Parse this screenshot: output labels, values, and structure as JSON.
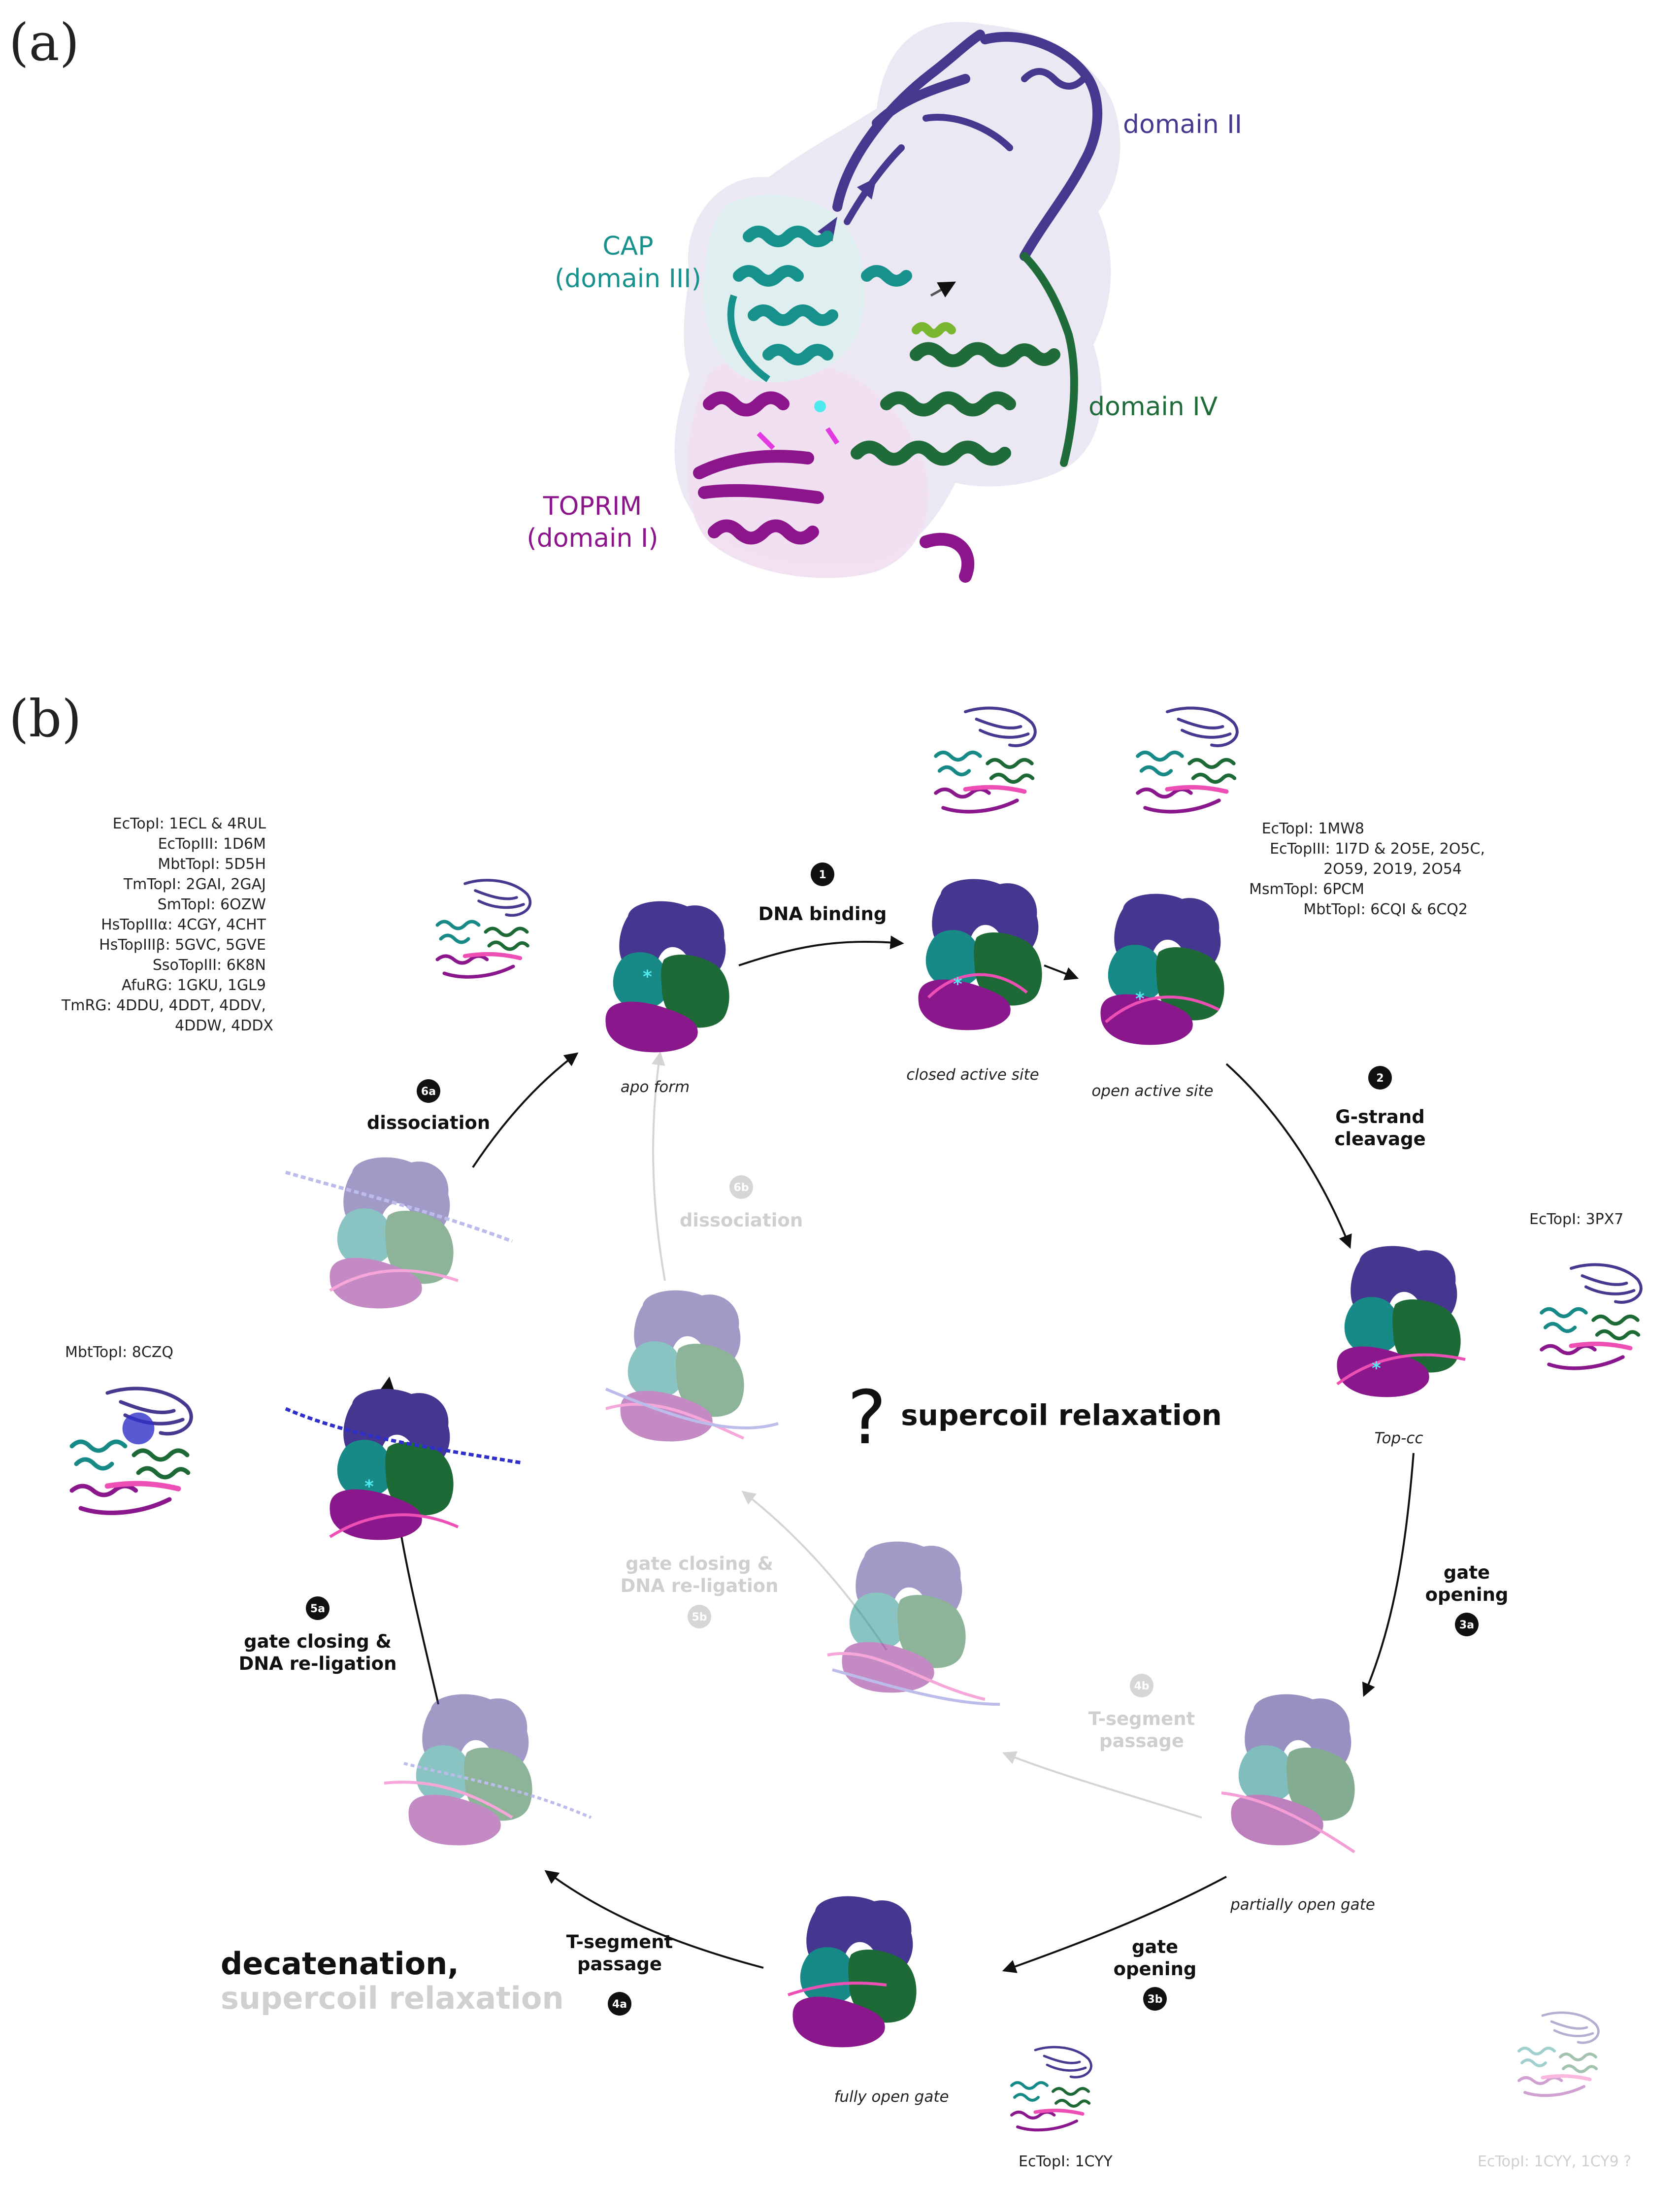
{
  "panel_a": {
    "label": "(a)",
    "domains": [
      {
        "text": "domain II",
        "color": "#46388f"
      },
      {
        "text": "CAP",
        "color": "#17918c"
      },
      {
        "text": "(domain III)",
        "color": "#17918c"
      },
      {
        "text": "domain IV",
        "color": "#1f6b3a"
      },
      {
        "text": "TOPRIM",
        "color": "#8c158c"
      },
      {
        "text": "(domain I)",
        "color": "#8c158c"
      }
    ]
  },
  "panel_b": {
    "label": "(b)",
    "center": {
      "question": "?",
      "text": "supercoil relaxation"
    },
    "states": {
      "apo": "apo form",
      "closed": "closed active site",
      "open": "open active site",
      "topcc": "Top-cc",
      "partial": "partially open gate",
      "full": "fully open gate"
    },
    "steps": [
      {
        "num": "1",
        "lines": [
          "DNA binding"
        ],
        "faded": false
      },
      {
        "num": "2",
        "lines": [
          "G-strand",
          "cleavage"
        ],
        "faded": false
      },
      {
        "num": "3a",
        "lines": [
          "gate",
          "opening"
        ],
        "faded": false
      },
      {
        "num": "3b",
        "lines": [
          "gate",
          "opening"
        ],
        "faded": false
      },
      {
        "num": "4a",
        "lines": [
          "T-segment",
          "passage"
        ],
        "faded": false
      },
      {
        "num": "4b",
        "lines": [
          "T-segment",
          "passage"
        ],
        "faded": true
      },
      {
        "num": "5a",
        "lines": [
          "gate closing &",
          "DNA re-ligation"
        ],
        "faded": false
      },
      {
        "num": "5b",
        "lines": [
          "gate closing &",
          "DNA re-ligation"
        ],
        "faded": true
      },
      {
        "num": "6a",
        "lines": [
          "dissociation"
        ],
        "faded": false
      },
      {
        "num": "6b",
        "lines": [
          "dissociation"
        ],
        "faded": true
      }
    ],
    "pdb_apo": [
      "EcTopI: 1ECL & 4RUL",
      "EcTopIII: 1D6M",
      "MbtTopI: 5D5H",
      "TmTopI: 2GAI, 2GAJ",
      "SmTopI: 6OZW",
      "HsTopIIIα: 4CGY, 4CHT",
      "HsTopIIIβ: 5GVC, 5GVE",
      "SsoTopIII: 6K8N",
      "AfuRG: 1GKU, 1GL9",
      "TmRG: 4DDU, 4DDT, 4DDV,",
      "4DDW, 4DDX"
    ],
    "pdb_open": [
      "EcTopI: 1MW8",
      "EcTopIII: 1I7D & 2O5E, 2O5C,",
      "2O59, 2O19, 2O54",
      "MsmTopI: 6PCM",
      "MbtTopI: 6CQI & 6CQ2"
    ],
    "pdb_topcc": "EcTopI: 3PX7",
    "pdb_8czq": "MbtTopI: 8CZQ",
    "pdb_full": "EcTopI: 1CYY",
    "pdb_faded": "EcTopI: 1CYY, 1CY9 ?",
    "bottom": {
      "line1": "decatenation,",
      "line2": "supercoil relaxation"
    }
  },
  "colors": {
    "domain_ii": "#46388f",
    "cap": "#17918c",
    "domain_iv": "#1f6b3a",
    "toprim": "#8c158c",
    "dna": "#ee4fb4",
    "t_dna": "#2f2fc9",
    "star": "#4fe9ee",
    "faded_text": "#c9c9c9"
  }
}
